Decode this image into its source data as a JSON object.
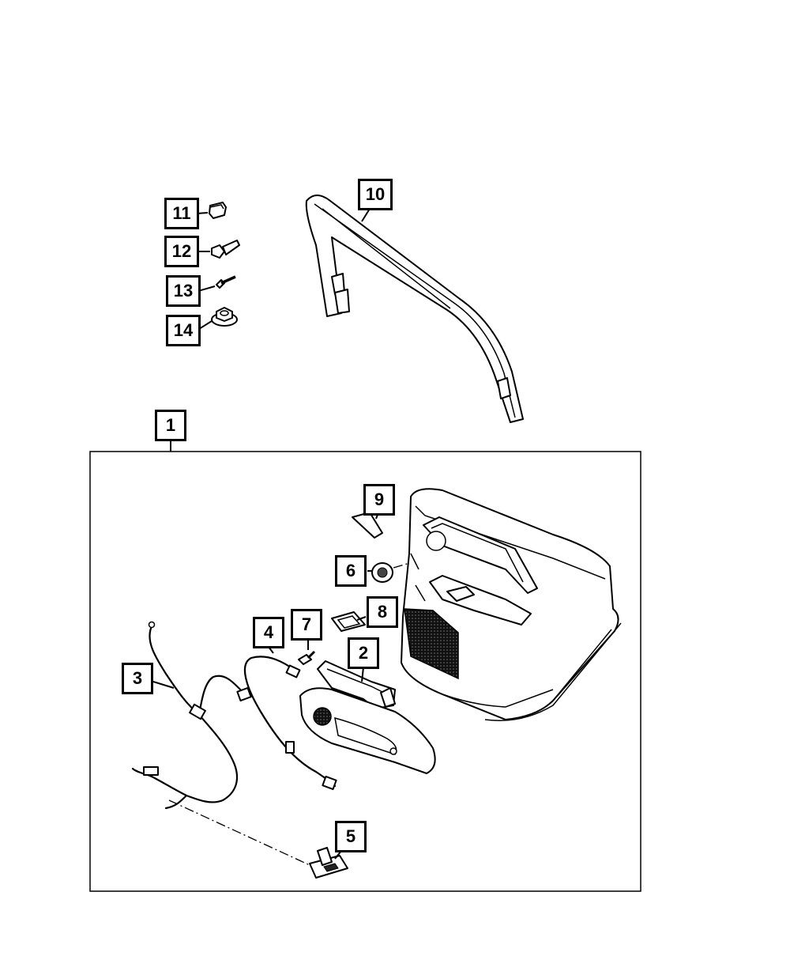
{
  "callouts": {
    "c1": "1",
    "c2": "2",
    "c3": "3",
    "c4": "4",
    "c5": "5",
    "c6": "6",
    "c7": "7",
    "c8": "8",
    "c9": "9",
    "c10": "10",
    "c11": "11",
    "c12": "12",
    "c13": "13",
    "c14": "14"
  },
  "colors": {
    "line": "#000000",
    "background": "#ffffff",
    "speaker_grille": "#222222"
  }
}
